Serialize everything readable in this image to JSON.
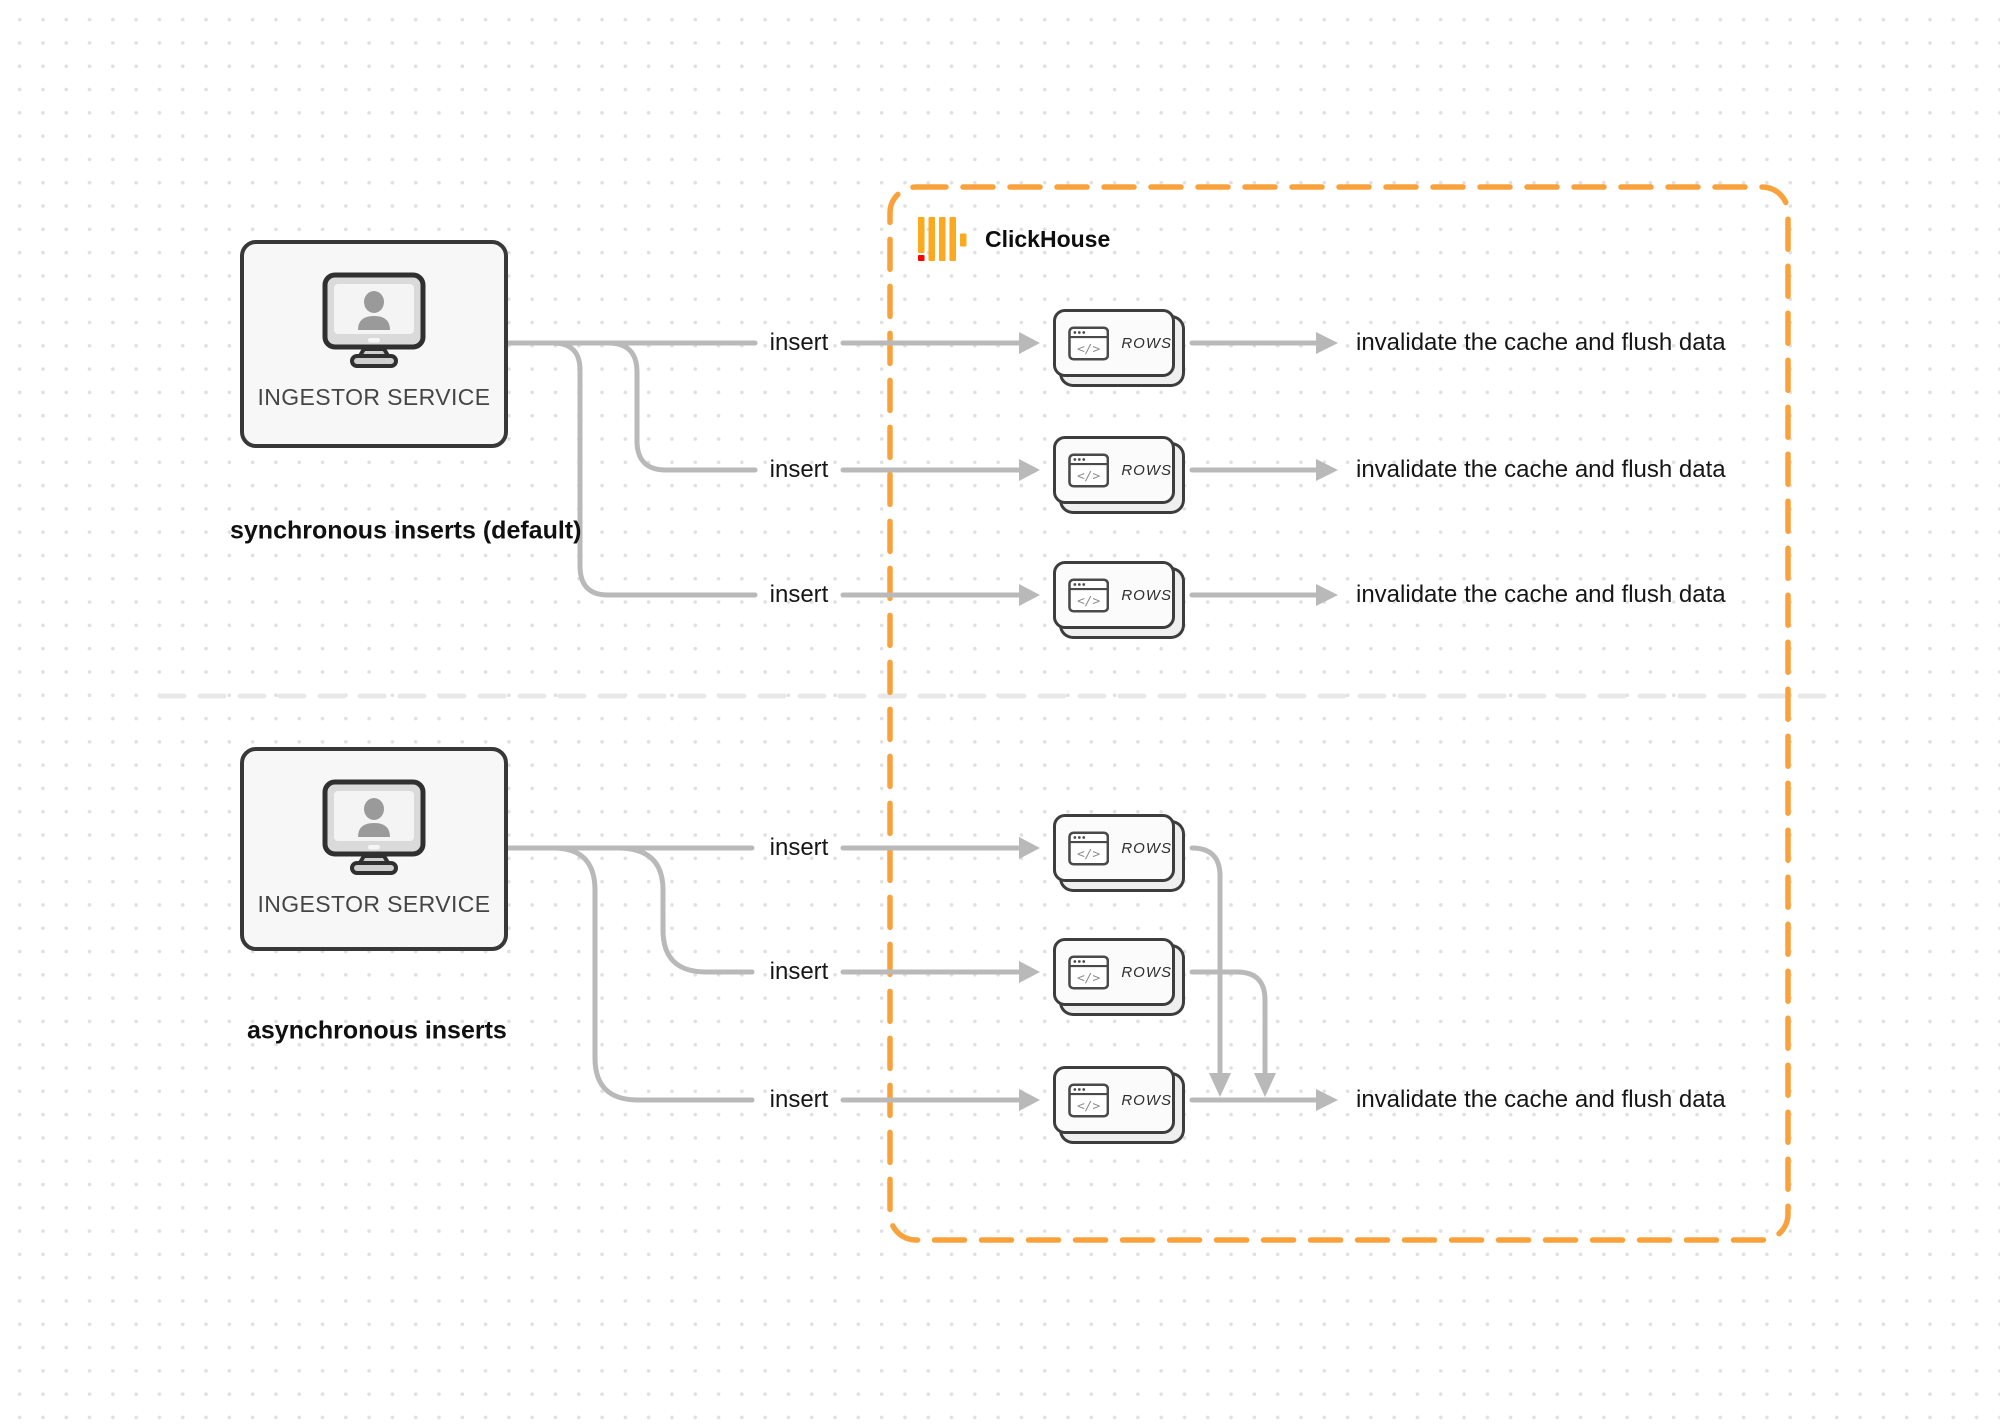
{
  "clickhouse": {
    "label": "ClickHouse"
  },
  "sync_section": {
    "caption": "synchronous inserts (default)",
    "ingestor_label": "INGESTOR SERVICE",
    "flows": [
      {
        "insert": "insert",
        "rows": "ROWS",
        "code": "</>",
        "result": "invalidate the cache and flush data"
      },
      {
        "insert": "insert",
        "rows": "ROWS",
        "code": "</>",
        "result": "invalidate the cache and flush data"
      },
      {
        "insert": "insert",
        "rows": "ROWS",
        "code": "</>",
        "result": "invalidate the cache and flush data"
      }
    ]
  },
  "async_section": {
    "caption": "asynchronous inserts",
    "ingestor_label": "INGESTOR SERVICE",
    "flows": [
      {
        "insert": "insert",
        "rows": "ROWS",
        "code": "</>"
      },
      {
        "insert": "insert",
        "rows": "ROWS",
        "code": "</>"
      },
      {
        "insert": "insert",
        "rows": "ROWS",
        "code": "</>",
        "result": "invalidate the cache and flush data"
      }
    ]
  },
  "colors": {
    "accent-orange": "#F9A23C",
    "logo-orange": "#FBA91E",
    "logo-red": "#FF0000",
    "connector-gray": "#B9B9B9",
    "divider-gray": "#E8E8E8",
    "border-dark": "#3A3A3A"
  }
}
